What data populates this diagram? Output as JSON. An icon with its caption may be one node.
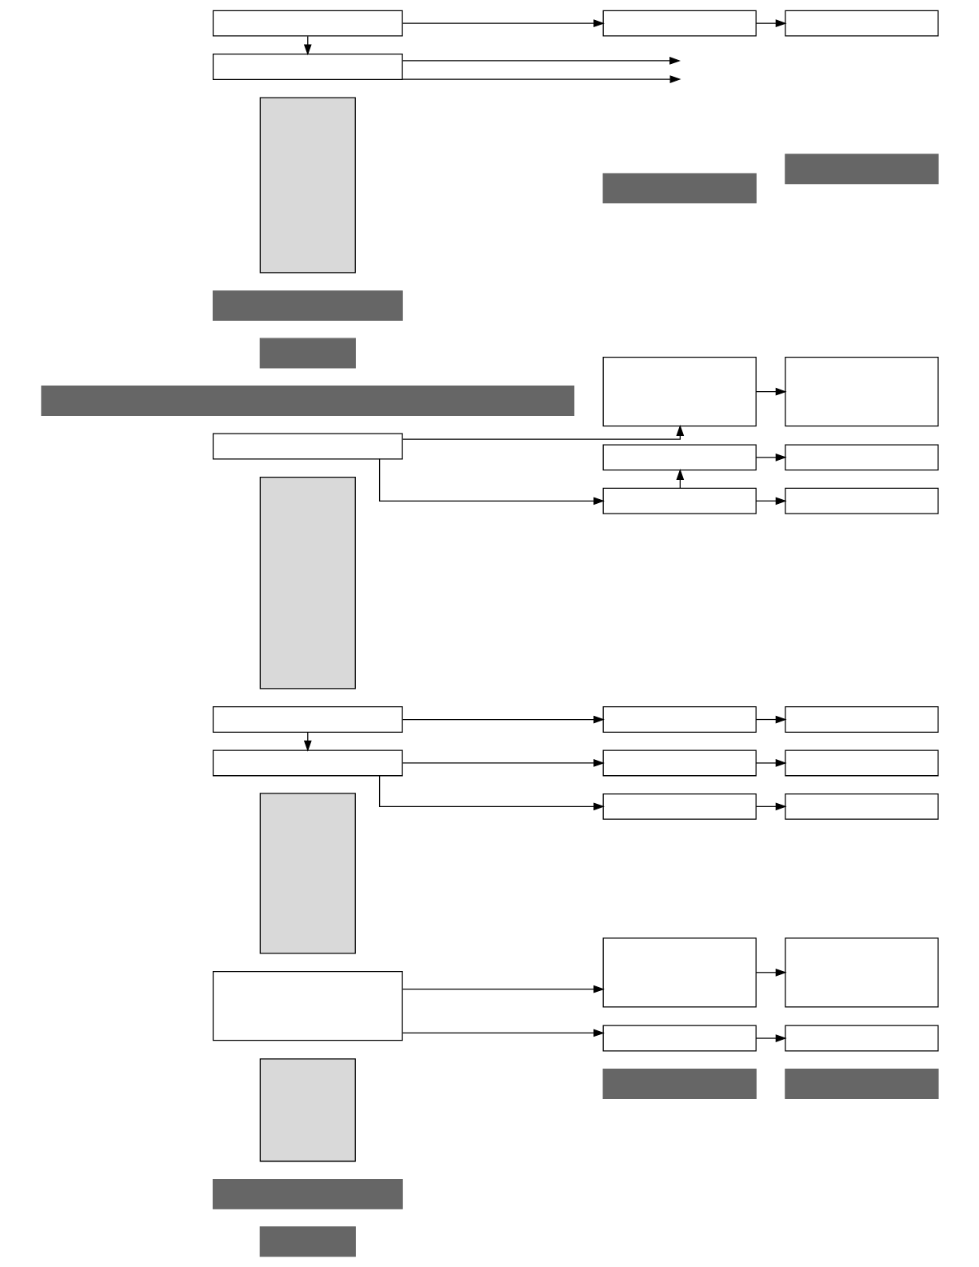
{
  "diagram": {
    "nodes": [
      {
        "text": [],
        "shape": "bar"
      },
      {
        "text": [],
        "shape": "bar"
      },
      {
        "text": [],
        "shape": "bar"
      },
      {
        "text": [],
        "shape": "bar"
      },
      {
        "text": [],
        "shape": "box"
      },
      {
        "text": [],
        "shape": "box"
      },
      {
        "text": [],
        "shape": "box"
      },
      {
        "text": [],
        "shape": "box"
      },
      {
        "text": [],
        "shape": "box"
      },
      {
        "text": [],
        "shape": "box"
      },
      {
        "text": [],
        "shape": "box"
      },
      {
        "text": [],
        "shape": "box"
      },
      {
        "text": [],
        "shape": "box"
      },
      {
        "text": [],
        "shape": "box"
      },
      {
        "text": [],
        "shape": "box"
      },
      {
        "text": [],
        "shape": "box"
      },
      {
        "text": [],
        "shape": "box"
      },
      {
        "text": [],
        "shape": "box"
      },
      {
        "text": [],
        "shape": "box"
      },
      {
        "text": [],
        "shape": "box"
      },
      {
        "text": [],
        "shape": "box"
      },
      {
        "text": [],
        "shape": "box"
      },
      {
        "text": [],
        "shape": "box"
      },
      {
        "text": [],
        "shape": "box"
      },
      {
        "text": [],
        "shape": "box"
      },
      {
        "text": [],
        "shape": "box"
      },
      {
        "text": [],
        "shape": "box"
      },
      {
        "text": [],
        "shape": "bar"
      },
      {
        "text": [],
        "shape": "bar"
      },
      {
        "text": [],
        "shape": "bar"
      },
      {
        "text": [],
        "shape": "bar"
      },
      {
        "text": [],
        "shape": "bar"
      },
      {
        "text": [],
        "shape": "box"
      },
      {
        "text": [],
        "shape": "box"
      },
      {
        "text": [],
        "shape": "box"
      },
      {
        "text": [],
        "shape": "box"
      },
      {
        "text": [],
        "shape": "box"
      }
    ],
    "edges": [
      {
        "from": 5,
        "to": 6,
        "arrow": "to"
      },
      {
        "from": 6,
        "to": 7,
        "arrow": "to"
      },
      {
        "from": 5,
        "to": 8,
        "arrow": "to"
      },
      {
        "from": 8,
        "to": 9,
        "arrow": "to"
      },
      {
        "from": 11,
        "to": 12,
        "arrow": "to"
      },
      {
        "from": 12,
        "to": 13,
        "arrow": "to"
      },
      {
        "from": 11,
        "to": 14,
        "arrow": "to"
      },
      {
        "from": 14,
        "to": 15,
        "arrow": "to"
      },
      {
        "from": 15,
        "to": 16,
        "arrow": "to"
      },
      {
        "from": 14,
        "to": 17,
        "arrow": "to"
      },
      {
        "from": 17,
        "to": 18,
        "arrow": "to"
      },
      {
        "from": 20,
        "to": 21,
        "arrow": "to"
      },
      {
        "from": 21,
        "to": 22,
        "arrow": "to"
      },
      {
        "from": 21,
        "to": 23,
        "arrow": "to"
      },
      {
        "from": 23,
        "to": 24,
        "arrow": "to"
      },
      {
        "from": 20,
        "to": 25,
        "arrow": "to"
      },
      {
        "from": 25,
        "to": 26,
        "arrow": "to"
      },
      {
        "from": 33,
        "to": 34,
        "arrow": "to"
      },
      {
        "from": 34,
        "to": 35,
        "arrow": "to"
      },
      {
        "from": 33,
        "to": 36,
        "arrow": "to"
      },
      {
        "from": 36,
        "to": null,
        "arrow": "to"
      },
      {
        "from": 36,
        "to": null,
        "arrow": "to"
      }
    ]
  }
}
